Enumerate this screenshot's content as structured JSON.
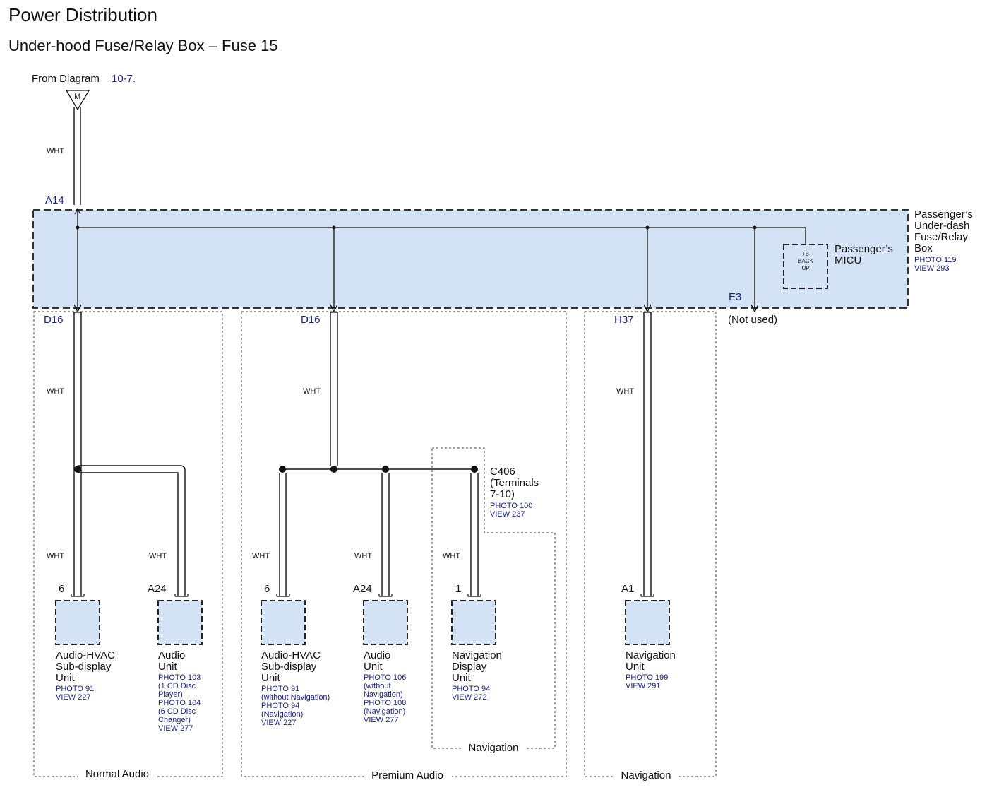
{
  "header": {
    "title": "Power Distribution",
    "subtitle": "Under-hood Fuse/Relay Box – Fuse 15"
  },
  "source": {
    "from_text": "From Diagram ",
    "from_ref": "10-7.",
    "connector_letter": "M",
    "wire_color": "WHT",
    "terminal": "A14"
  },
  "fuse_box": {
    "name_lines": [
      "Passenger’s",
      "Under-dash",
      "Fuse/Relay",
      "Box"
    ],
    "refs": [
      "PHOTO 119",
      "VIEW 293"
    ],
    "micu_label_lines": [
      "Passenger’s",
      "MICU"
    ],
    "micu_box_lines": [
      "+B",
      "BACK",
      "UP"
    ],
    "e3_terminal": "E3",
    "e3_note": "(Not used)",
    "fill_color": "#d3e3f5"
  },
  "sections": {
    "normal_audio": {
      "label": "Normal Audio",
      "terminal": "D16",
      "wire": "WHT",
      "units": [
        {
          "pin": "6",
          "wire": "WHT",
          "name_lines": [
            "Audio-HVAC",
            "Sub-display",
            "Unit"
          ],
          "refs": [
            "PHOTO 91",
            "VIEW 227"
          ]
        },
        {
          "pin": "A24",
          "wire": "WHT",
          "name_lines": [
            "Audio",
            "Unit"
          ],
          "refs": [
            "PHOTO 103",
            "(1 CD Disc",
            "Player)",
            "PHOTO 104",
            "(6 CD Disc",
            "Changer)",
            "VIEW 277"
          ]
        }
      ]
    },
    "premium_audio": {
      "label": "Premium Audio",
      "terminal": "D16",
      "wire": "WHT",
      "units": [
        {
          "pin": "6",
          "wire": "WHT",
          "name_lines": [
            "Audio-HVAC",
            "Sub-display",
            "Unit"
          ],
          "refs": [
            "PHOTO 91",
            "(without Navigation)",
            "PHOTO 94",
            "(Navigation)",
            "VIEW 227"
          ]
        },
        {
          "pin": "A24",
          "wire": "WHT",
          "name_lines": [
            "Audio",
            "Unit"
          ],
          "refs": [
            "PHOTO 106",
            "(without",
            "Navigation)",
            "PHOTO 108",
            "(Navigation)",
            "VIEW 277"
          ]
        },
        {
          "pin": "1",
          "wire": "WHT",
          "name_lines": [
            "Navigation",
            "Display",
            "Unit"
          ],
          "refs": [
            "PHOTO 94",
            "VIEW 272"
          ]
        }
      ],
      "connector": {
        "lines": [
          "C406",
          "(Terminals",
          "7-10)"
        ],
        "refs": [
          "PHOTO 100",
          "VIEW 237"
        ]
      },
      "inner_label": "Navigation"
    },
    "navigation": {
      "label": "Navigation",
      "terminal": "H37",
      "wire": "WHT",
      "units": [
        {
          "pin": "A1",
          "name_lines": [
            "Navigation",
            "Unit"
          ],
          "refs": [
            "PHOTO 199",
            "VIEW 291"
          ]
        }
      ]
    }
  },
  "colors": {
    "wire": "#111111",
    "component_fill": "#d3e3f5",
    "ref_text": "#1a237e"
  }
}
